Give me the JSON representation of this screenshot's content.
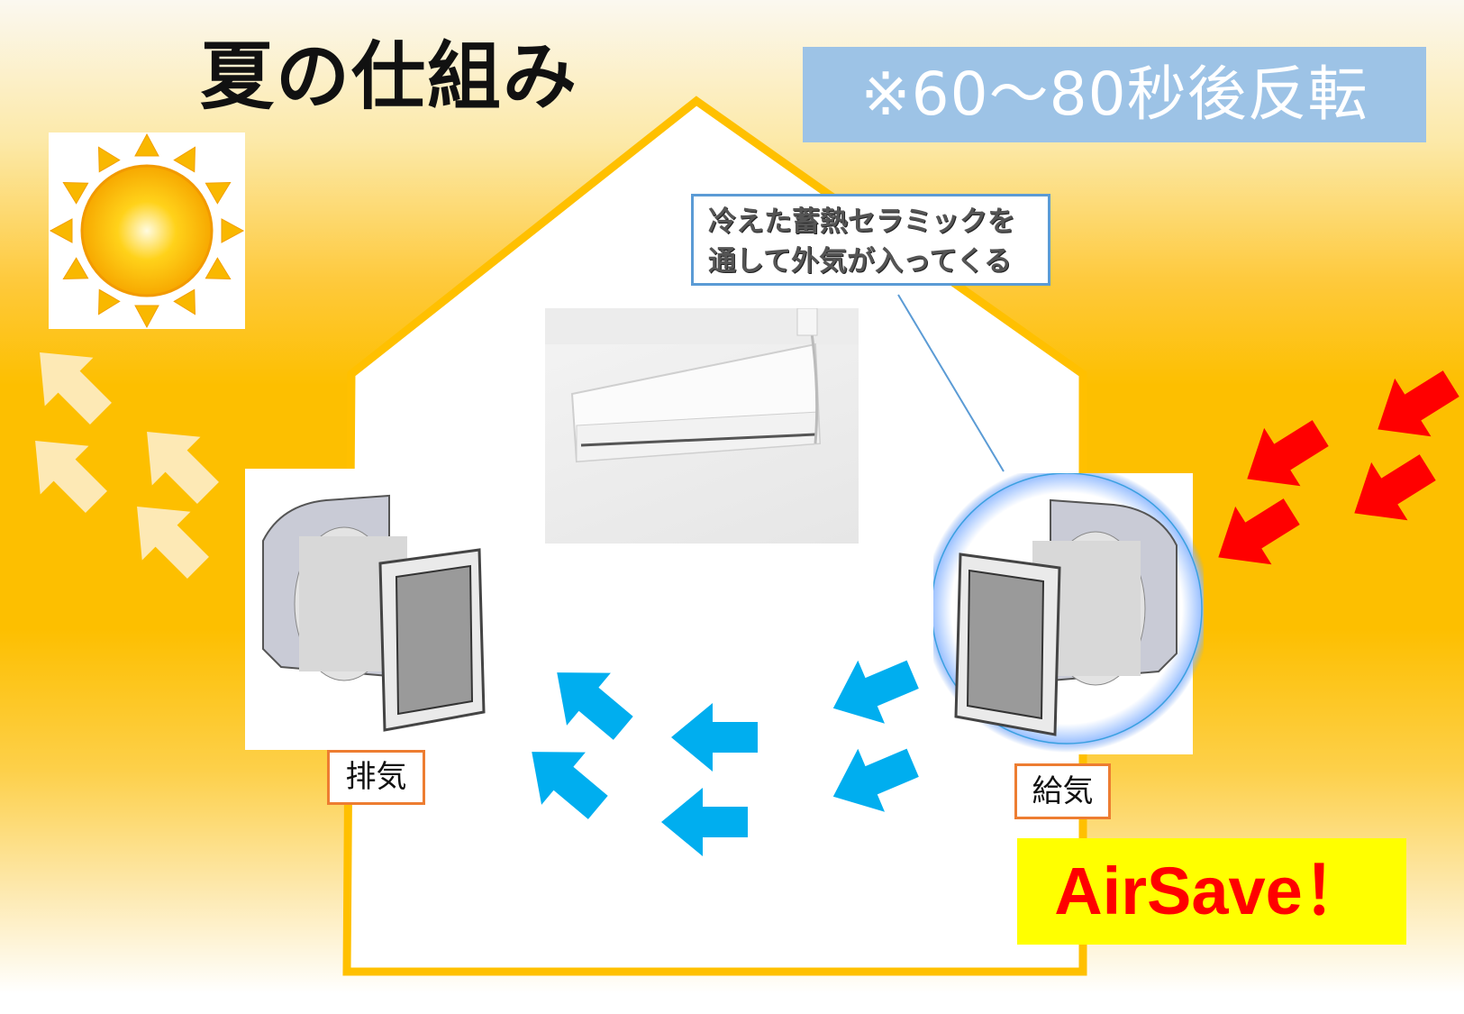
{
  "title": "夏の仕組み",
  "notice": "※60～80秒後反転",
  "callout": {
    "line1": "冷えた蓄熱セラミックを",
    "line2": "通して外気が入ってくる"
  },
  "labels": {
    "exhaust": "排気",
    "supply": "給気"
  },
  "brand": "AirSave！",
  "colors": {
    "hot_arrow": "#ff0000",
    "exhaust_arrow": "#fde9b5",
    "indoor_arrow": "#00aeef",
    "house_outline": "#ffc000",
    "notice_bg": "#9dc3e6",
    "brand_bg": "#ffff00"
  }
}
